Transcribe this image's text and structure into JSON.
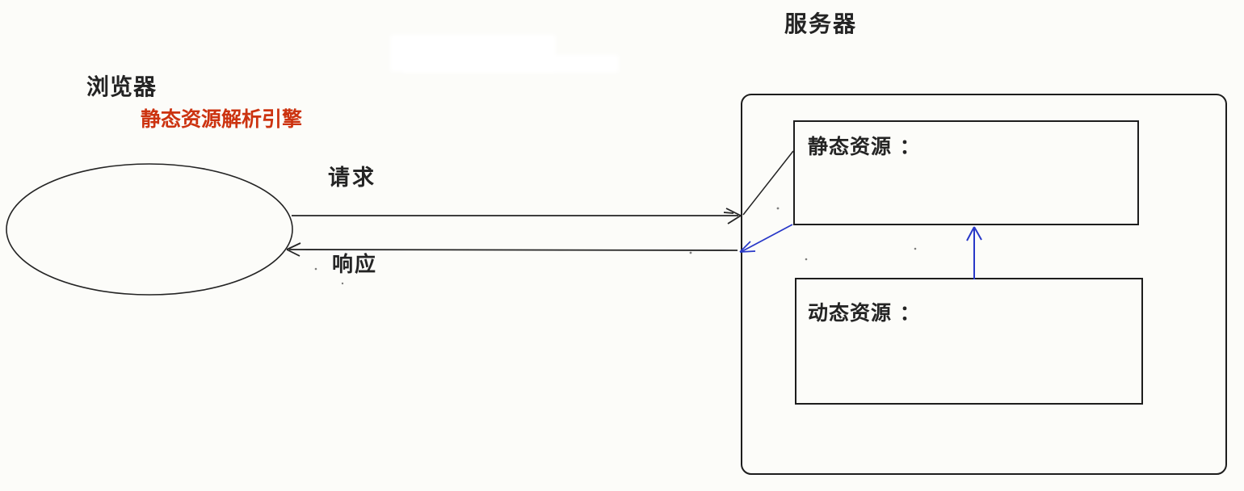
{
  "diagram": {
    "browser": {
      "title": "浏览器",
      "engine_note": "静态资源解析引擎"
    },
    "flows": {
      "request": "请求",
      "response": "响应"
    },
    "server": {
      "title": "服务器",
      "static_resource_label": "静态资源 ：",
      "dynamic_resource_label": "动态资源 ："
    },
    "colors": {
      "ink": "#242424",
      "note_red": "#cc3310",
      "arrow_blue": "#2838c8",
      "background": "#fcfcf9"
    }
  }
}
